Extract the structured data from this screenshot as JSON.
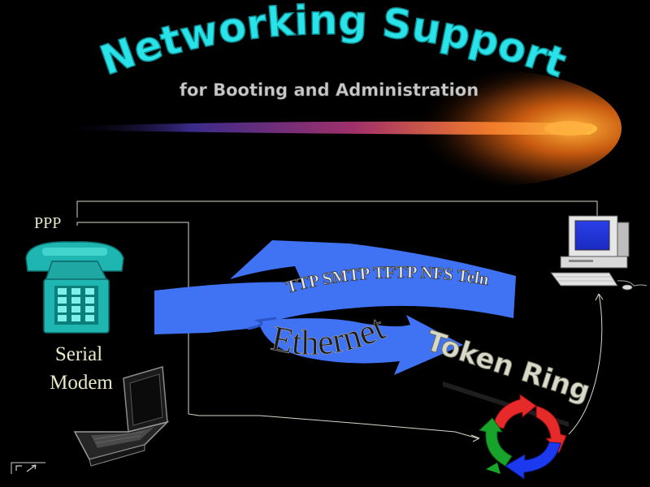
{
  "title": "Networking Support",
  "subtitle": "for Booting and Administration",
  "labels": {
    "ppp": "PPP",
    "serial_line1": "Serial",
    "serial_line2": "Modem",
    "protocols": "HTTP SMTP TFTP NFS Telnet",
    "ethernet": "Ethernet",
    "token_ring": "Token Ring"
  },
  "colors": {
    "background": "#000000",
    "title": "#29e3e8",
    "phone": "#1fb5b0",
    "arrow": "#3f73f3",
    "line": "#d8d8c8"
  },
  "icons": [
    "telephone-icon",
    "laptop-icon",
    "desktop-computer-icon",
    "recycle-arrows-icon",
    "slide-corner-icon"
  ]
}
